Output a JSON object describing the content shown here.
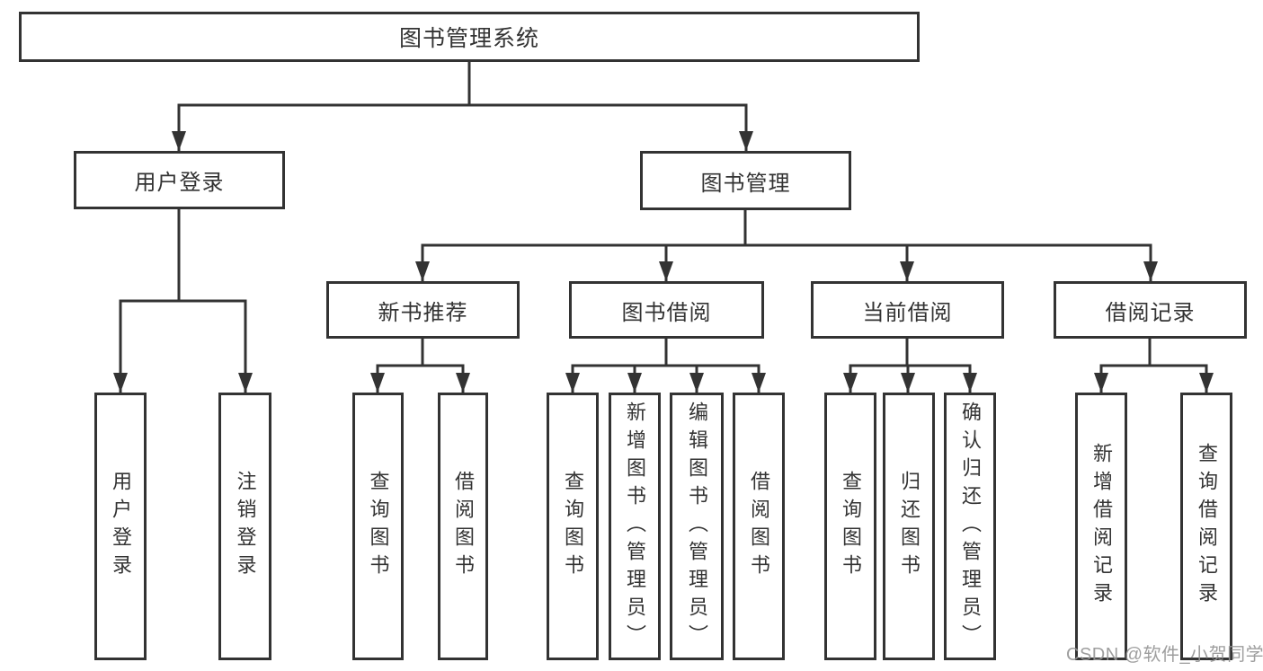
{
  "diagram": {
    "type": "hierarchy",
    "line_color": "#333333",
    "nodes": {
      "root": {
        "label": "图书管理系统"
      },
      "user_login": {
        "label": "用户登录"
      },
      "book_mgmt": {
        "label": "图书管理"
      },
      "new_book_rec": {
        "label": "新书推荐"
      },
      "book_borrow": {
        "label": "图书借阅"
      },
      "current_borrow": {
        "label": "当前借阅"
      },
      "borrow_records": {
        "label": "借阅记录"
      },
      "leaves": {
        "user_login": "用户登录",
        "logout": "注销登录",
        "query_book_1": "查询图书",
        "borrow_book_1": "借阅图书",
        "query_book_2": "查询图书",
        "add_book_admin": "新增图书（管理员）",
        "edit_book_admin": "编辑图书（管理员）",
        "borrow_book_2": "借阅图书",
        "query_book_3": "查询图书",
        "return_book": "归还图书",
        "confirm_return_admin": "确认归还（管理员）",
        "add_borrow_record": "新增借阅记录",
        "query_borrow_record": "查询借阅记录"
      }
    }
  },
  "watermark": {
    "text": "CSDN @软件_小贺同学",
    "color": "#949494"
  }
}
